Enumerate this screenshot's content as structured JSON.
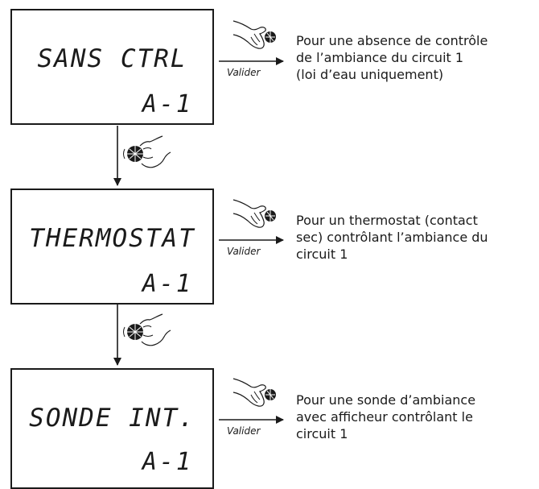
{
  "steps": [
    {
      "screen_text": "SANS CTRL",
      "screen_sub": "A-1",
      "action_label": "Valider",
      "description": [
        "Pour une absence de contrôle",
        "de l’ambiance du circuit 1",
        "(loi d’eau uniquement)"
      ]
    },
    {
      "screen_text": "THERMOSTAT",
      "screen_sub": "A-1",
      "action_label": "Valider",
      "description": [
        "Pour un thermostat (contact",
        "sec) contrôlant l’ambiance du",
        "circuit 1"
      ]
    },
    {
      "screen_text": "SONDE INT.",
      "screen_sub": "A-1",
      "action_label": "Valider",
      "description": [
        "Pour une sonde d’ambiance",
        "avec afficheur contrôlant le",
        "circuit 1"
      ]
    }
  ],
  "icons": {
    "press": "hand-pressing-knob-icon",
    "turn": "hand-turning-knob-icon"
  }
}
